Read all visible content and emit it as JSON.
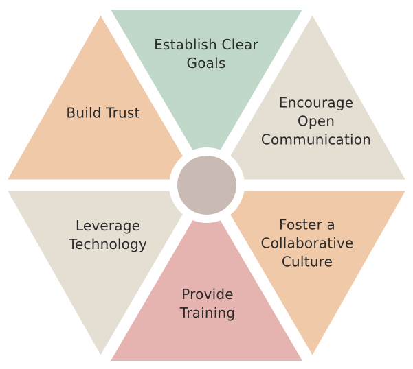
{
  "diagram": {
    "type": "hexagon-segments",
    "background_color": "#ffffff",
    "text_color": "#2b2b2b",
    "divider_color": "#ffffff",
    "center_circle_color": "#c9bab4",
    "segments": [
      {
        "position": "top",
        "label": "Establish Clear Goals",
        "lines": [
          "Establish Clear",
          "Goals"
        ],
        "color": "#bfd8c9"
      },
      {
        "position": "top-right",
        "label": "Encourage Open Communication",
        "lines": [
          "Encourage",
          "Open",
          "Communication"
        ],
        "color": "#e4ded3"
      },
      {
        "position": "bottom-right",
        "label": "Foster a Collaborative Culture",
        "lines": [
          "Foster a",
          "Collaborative",
          "Culture"
        ],
        "color": "#f0c9a9"
      },
      {
        "position": "bottom",
        "label": "Provide Training",
        "lines": [
          "Provide",
          "Training"
        ],
        "color": "#e5b3b0"
      },
      {
        "position": "bottom-left",
        "label": "Leverage Technology",
        "lines": [
          "Leverage",
          "Technology"
        ],
        "color": "#e4ded3"
      },
      {
        "position": "top-left",
        "label": "Build Trust",
        "lines": [
          "Build Trust"
        ],
        "color": "#f0c9a9"
      }
    ]
  }
}
